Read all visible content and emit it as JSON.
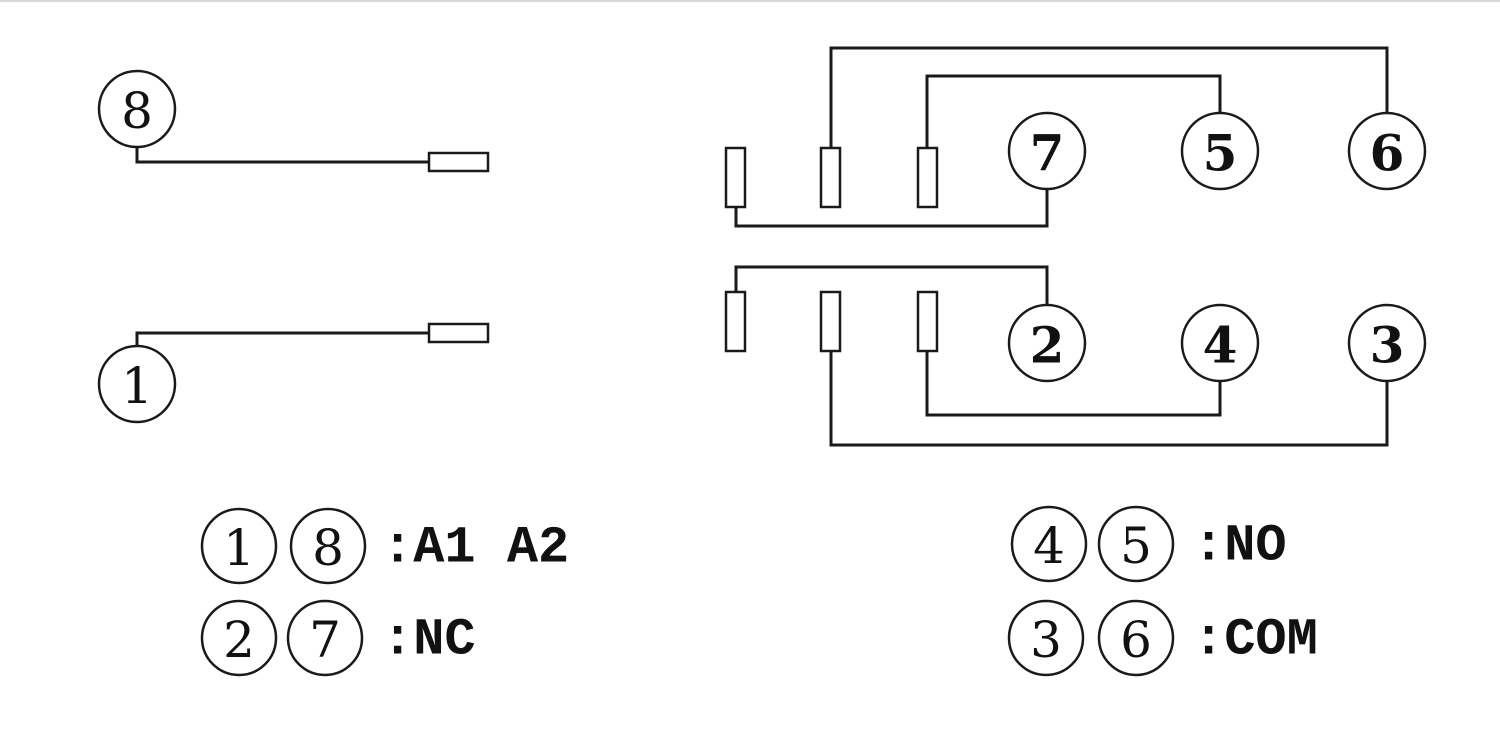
{
  "diagram": {
    "type": "relay-pin-wiring",
    "coil_pins": [
      {
        "pin": "8",
        "role": "A2 coil terminal"
      },
      {
        "pin": "1",
        "role": "A1 coil terminal"
      }
    ],
    "contact_groups": [
      {
        "group": "upper",
        "common": "6",
        "normally_open": "5",
        "normally_closed": "7"
      },
      {
        "group": "lower",
        "common": "3",
        "normally_open": "4",
        "normally_closed": "2"
      }
    ],
    "pins": {
      "p1": "1",
      "p2": "2",
      "p3": "3",
      "p4": "4",
      "p5": "5",
      "p6": "6",
      "p7": "7",
      "p8": "8"
    }
  },
  "legend": [
    {
      "pins": [
        "1",
        "8"
      ],
      "label": ":A1 A2"
    },
    {
      "pins": [
        "2",
        "7"
      ],
      "label": ":NC"
    },
    {
      "pins": [
        "4",
        "5"
      ],
      "label": ":NO"
    },
    {
      "pins": [
        "3",
        "6"
      ],
      "label": ":COM"
    }
  ]
}
